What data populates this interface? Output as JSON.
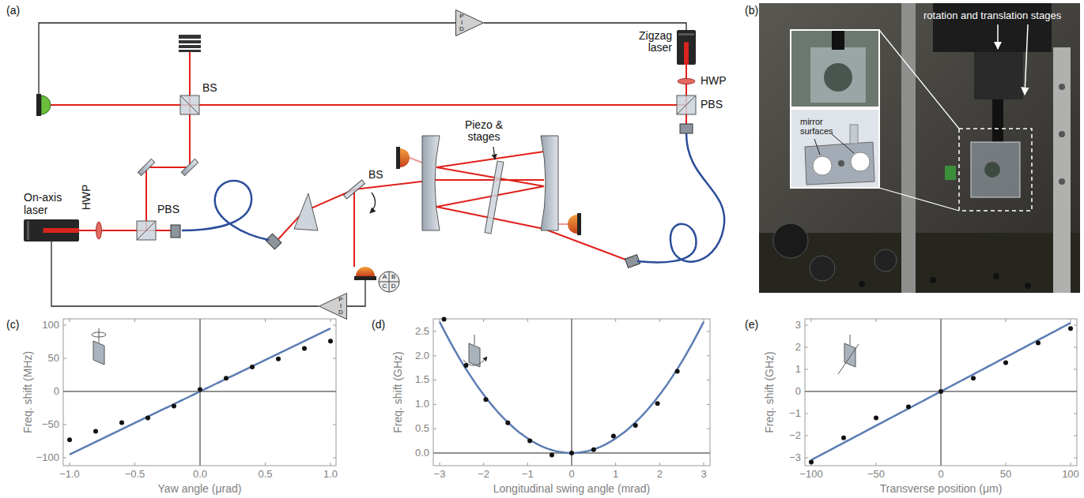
{
  "diagram": {
    "nodes": [
      {
        "text": [
          "P",
          "I",
          "D"
        ]
      },
      {
        "text": [
          "Zigzag laser"
        ]
      },
      {
        "text": [
          "P",
          "I",
          "D"
        ]
      },
      {
        "text": [
          "On-axis laser"
        ]
      },
      {
        "text": [
          "A",
          "B",
          "C",
          "D"
        ]
      }
    ],
    "edges": [
      {
        "from": 0,
        "to": 1,
        "arrow": "none"
      },
      {
        "from": 2,
        "to": 3,
        "arrow": "none"
      }
    ],
    "labels": [
      "(a)",
      "BS",
      "HWP",
      "PBS",
      "HWP",
      "PBS",
      "Piezo & stages",
      "BS",
      "(b)",
      "rotation and translation stages",
      "mirror surfaces",
      "(c)",
      "100",
      "50",
      "0",
      "−50",
      "−100",
      "−1.0",
      "−0.5",
      "0.0",
      "0.5",
      "1.0",
      "Freq. shift (MHz)",
      "Yaw angle (μrad)",
      "(d)",
      "2.5",
      "2.0",
      "1.5",
      "1.0",
      "0.5",
      "0.0",
      "−3",
      "−2",
      "−1",
      "0",
      "1",
      "2",
      "3",
      "Freq. shift (GHz)",
      "Longitudinal swing angle (mrad)",
      "(e)",
      "3",
      "2",
      "1",
      "0",
      "−1",
      "−2",
      "−3",
      "−100",
      "−50",
      "0",
      "50",
      "100",
      "Freq. shift (GHz)",
      "Transverse position (μm)"
    ]
  }
}
